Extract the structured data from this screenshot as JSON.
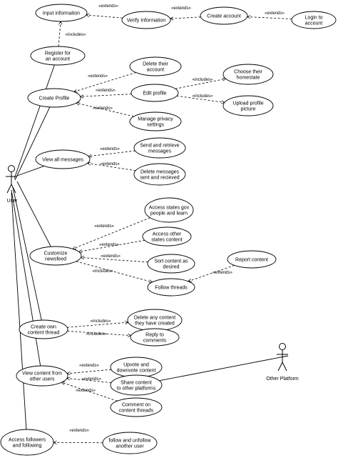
{
  "use_cases": [
    {
      "id": "input_information",
      "lines": [
        "Input information"
      ]
    },
    {
      "id": "verify_information",
      "lines": [
        "Verify Information"
      ]
    },
    {
      "id": "create_account",
      "lines": [
        "Create account"
      ]
    },
    {
      "id": "login",
      "lines": [
        "Login to",
        "account"
      ]
    },
    {
      "id": "register",
      "lines": [
        "Register for",
        "an account"
      ]
    },
    {
      "id": "create_profile",
      "lines": [
        "Create Profile"
      ]
    },
    {
      "id": "delete_account",
      "lines": [
        "Delete their",
        "account"
      ]
    },
    {
      "id": "edit_profile",
      "lines": [
        "Edit profile"
      ]
    },
    {
      "id": "choose_homestate",
      "lines": [
        "Choose their",
        "homestate"
      ]
    },
    {
      "id": "upload_picture",
      "lines": [
        "Upload profile",
        "picture"
      ]
    },
    {
      "id": "privacy_settings",
      "lines": [
        "Manage privacy",
        "settings"
      ]
    },
    {
      "id": "view_messages",
      "lines": [
        "View all messages"
      ]
    },
    {
      "id": "send_messages",
      "lines": [
        "Send and retrieve",
        "messages"
      ]
    },
    {
      "id": "delete_messages",
      "lines": [
        "Delete messages",
        "sent and recieved"
      ]
    },
    {
      "id": "access_states_gov",
      "lines": [
        "Access states gov",
        "people and learn"
      ]
    },
    {
      "id": "access_other_states",
      "lines": [
        "Access other",
        "states content"
      ]
    },
    {
      "id": "customize_newsfeed",
      "lines": [
        "Customize",
        "newsfeed"
      ]
    },
    {
      "id": "sort_content",
      "lines": [
        "Sort content as",
        "desired"
      ]
    },
    {
      "id": "report_content",
      "lines": [
        "Report content"
      ]
    },
    {
      "id": "follow_threads",
      "lines": [
        "Follow threads"
      ]
    },
    {
      "id": "delete_content",
      "lines": [
        "Delete any content",
        "they have created"
      ]
    },
    {
      "id": "create_thread",
      "lines": [
        "Create own",
        "content thread"
      ]
    },
    {
      "id": "reply_comments",
      "lines": [
        "Reply to",
        "comments"
      ]
    },
    {
      "id": "upvote",
      "lines": [
        "Upvote and",
        "downvote content"
      ]
    },
    {
      "id": "view_content",
      "lines": [
        "View content from",
        "other users"
      ]
    },
    {
      "id": "share_content",
      "lines": [
        "Share content",
        "to other platforms"
      ]
    },
    {
      "id": "comment_threads",
      "lines": [
        "Comment on",
        "content threads"
      ]
    },
    {
      "id": "access_followers",
      "lines": [
        "Access followers",
        "and following"
      ]
    },
    {
      "id": "follow_unfollow",
      "lines": [
        "follow and unfollow",
        "another user"
      ]
    }
  ],
  "actors": [
    {
      "id": "user",
      "label": "User"
    },
    {
      "id": "other_platform",
      "label": "Other Platform"
    }
  ],
  "associations": [
    [
      "user",
      "register"
    ],
    [
      "user",
      "create_profile"
    ],
    [
      "user",
      "view_messages"
    ],
    [
      "user",
      "customize_newsfeed"
    ],
    [
      "user",
      "create_thread"
    ],
    [
      "user",
      "view_content"
    ],
    [
      "user",
      "access_followers"
    ],
    [
      "other_platform",
      "share_content"
    ]
  ],
  "dependencies": [
    {
      "from": "verify_information",
      "to": "input_information",
      "label": "«extends»"
    },
    {
      "from": "create_account",
      "to": "verify_information",
      "label": "«extends»"
    },
    {
      "from": "login",
      "to": "create_account",
      "label": "«extends»"
    },
    {
      "from": "register",
      "to": "input_information",
      "label": "«includes»"
    },
    {
      "from": "delete_account",
      "to": "create_profile",
      "label": "«extends»"
    },
    {
      "from": "edit_profile",
      "to": "create_profile",
      "label": "«extends»"
    },
    {
      "from": "privacy_settings",
      "to": "create_profile",
      "label": "«extends»"
    },
    {
      "from": "edit_profile",
      "to": "choose_homestate",
      "label": "«includes»"
    },
    {
      "from": "edit_profile",
      "to": "upload_picture",
      "label": "«includes»"
    },
    {
      "from": "send_messages",
      "to": "view_messages",
      "label": "«extends»"
    },
    {
      "from": "delete_messages",
      "to": "view_messages",
      "label": "«extends»"
    },
    {
      "from": "access_states_gov",
      "to": "customize_newsfeed",
      "label": "«extends»"
    },
    {
      "from": "access_other_states",
      "to": "customize_newsfeed",
      "label": "«extends»"
    },
    {
      "from": "sort_content",
      "to": "customize_newsfeed",
      "label": "«extends»"
    },
    {
      "from": "customize_newsfeed",
      "to": "follow_threads",
      "label": "«includes»"
    },
    {
      "from": "report_content",
      "to": "follow_threads",
      "label": "«extends»"
    },
    {
      "from": "create_thread",
      "to": "delete_content",
      "label": "«includes»"
    },
    {
      "from": "create_thread",
      "to": "reply_comments",
      "label": "«includes»"
    },
    {
      "from": "upvote",
      "to": "view_content",
      "label": "«extends»"
    },
    {
      "from": "share_content",
      "to": "view_content",
      "label": "«extends»"
    },
    {
      "from": "comment_threads",
      "to": "view_content",
      "label": "«extends»"
    },
    {
      "from": "follow_unfollow",
      "to": "access_followers",
      "label": "«extends»"
    }
  ]
}
